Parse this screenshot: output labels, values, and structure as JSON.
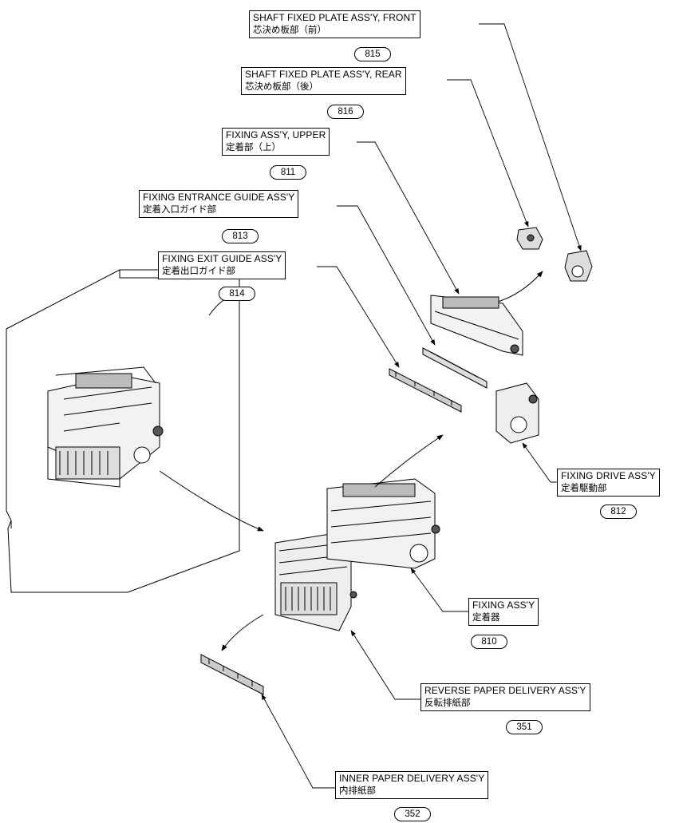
{
  "callouts": [
    {
      "id": "shaft-front",
      "en": "SHAFT FIXED PLATE ASS'Y, FRONT",
      "jp": "芯決め板部（前）",
      "part": "815"
    },
    {
      "id": "shaft-rear",
      "en": "SHAFT FIXED PLATE ASS'Y, REAR",
      "jp": "芯決め板部（後）",
      "part": "816"
    },
    {
      "id": "fixing-upper",
      "en": "FIXING ASS'Y, UPPER",
      "jp": "定着部（上）",
      "part": "811"
    },
    {
      "id": "entrance",
      "en": "FIXING ENTRANCE GUIDE ASS'Y",
      "jp": "定着入口ガイド部",
      "part": "813"
    },
    {
      "id": "exit",
      "en": "FIXING EXIT GUIDE ASS'Y",
      "jp": "定着出口ガイド部",
      "part": "814"
    },
    {
      "id": "drive",
      "en": "FIXING DRIVE ASS'Y",
      "jp": "定着駆動部",
      "part": "812"
    },
    {
      "id": "fixing",
      "en": "FIXING ASS'Y",
      "jp": "定着器",
      "part": "810"
    },
    {
      "id": "reverse",
      "en": "REVERSE PAPER DELIVERY ASS'Y",
      "jp": "反転排紙部",
      "part": "351"
    },
    {
      "id": "inner",
      "en": "INNER PAPER DELIVERY ASS'Y",
      "jp": "内排紙部",
      "part": "352"
    }
  ],
  "icons": [
    "printer-body-outline",
    "fixing-unit-drawing",
    "guide-rail-drawing",
    "drive-gear-drawing",
    "flow-arrow"
  ]
}
